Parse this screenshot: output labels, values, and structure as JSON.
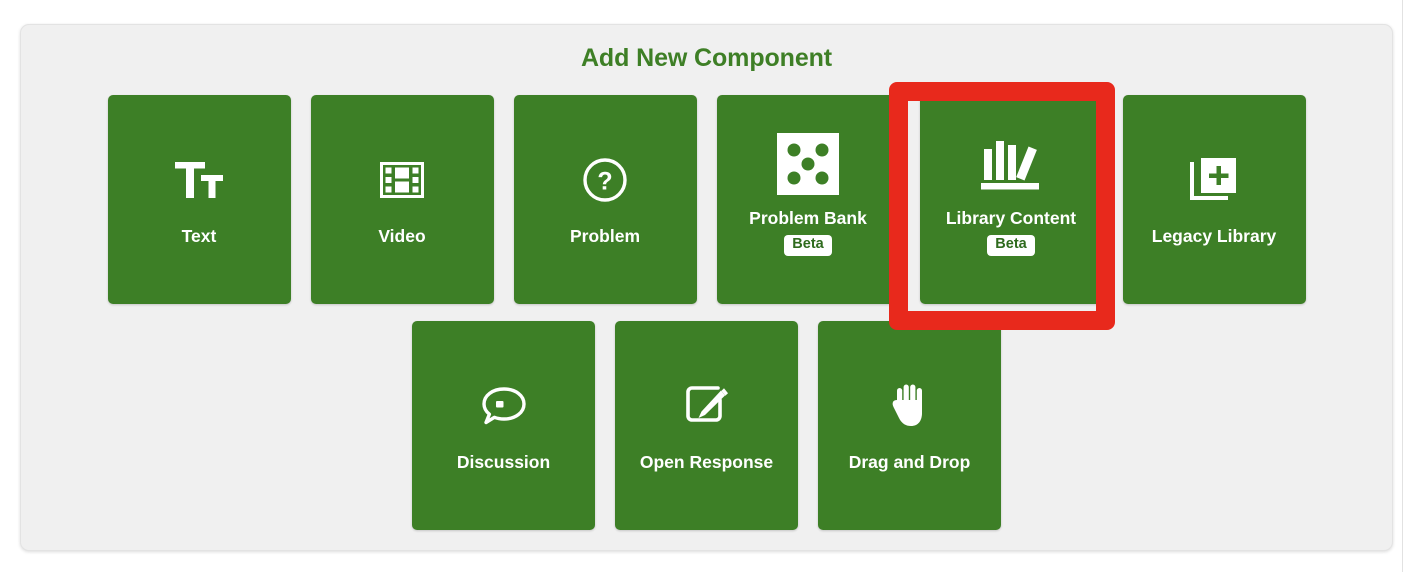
{
  "card": {
    "title": "Add New Component",
    "title_color": "#3e7f26",
    "background": "#f0f0f0"
  },
  "theme": {
    "button_green": "#3d7f26",
    "highlight_red": "#e8291c",
    "badge_text_green": "#2f6b1e",
    "label_white": "#ffffff"
  },
  "rows": [
    {
      "buttons": [
        {
          "label": "Text",
          "icon": "text-tt-icon",
          "badge": null
        },
        {
          "label": "Video",
          "icon": "film-strip-icon",
          "badge": null
        },
        {
          "label": "Problem",
          "icon": "question-circle-icon",
          "badge": null
        },
        {
          "label": "Problem Bank",
          "icon": "dice-five-dots-icon",
          "badge": "Beta"
        },
        {
          "label": "Library Content",
          "icon": "bookshelf-icon",
          "badge": "Beta"
        },
        {
          "label": "Legacy Library",
          "icon": "duplicate-plus-icon",
          "badge": null
        }
      ]
    },
    {
      "buttons": [
        {
          "label": "Discussion",
          "icon": "speech-bubble-icon",
          "badge": null
        },
        {
          "label": "Open Response",
          "icon": "square-pencil-icon",
          "badge": null
        },
        {
          "label": "Drag and Drop",
          "icon": "hand-icon",
          "badge": null
        }
      ]
    }
  ],
  "highlight": {
    "target_label": "Library Content",
    "color": "#e8291c"
  }
}
